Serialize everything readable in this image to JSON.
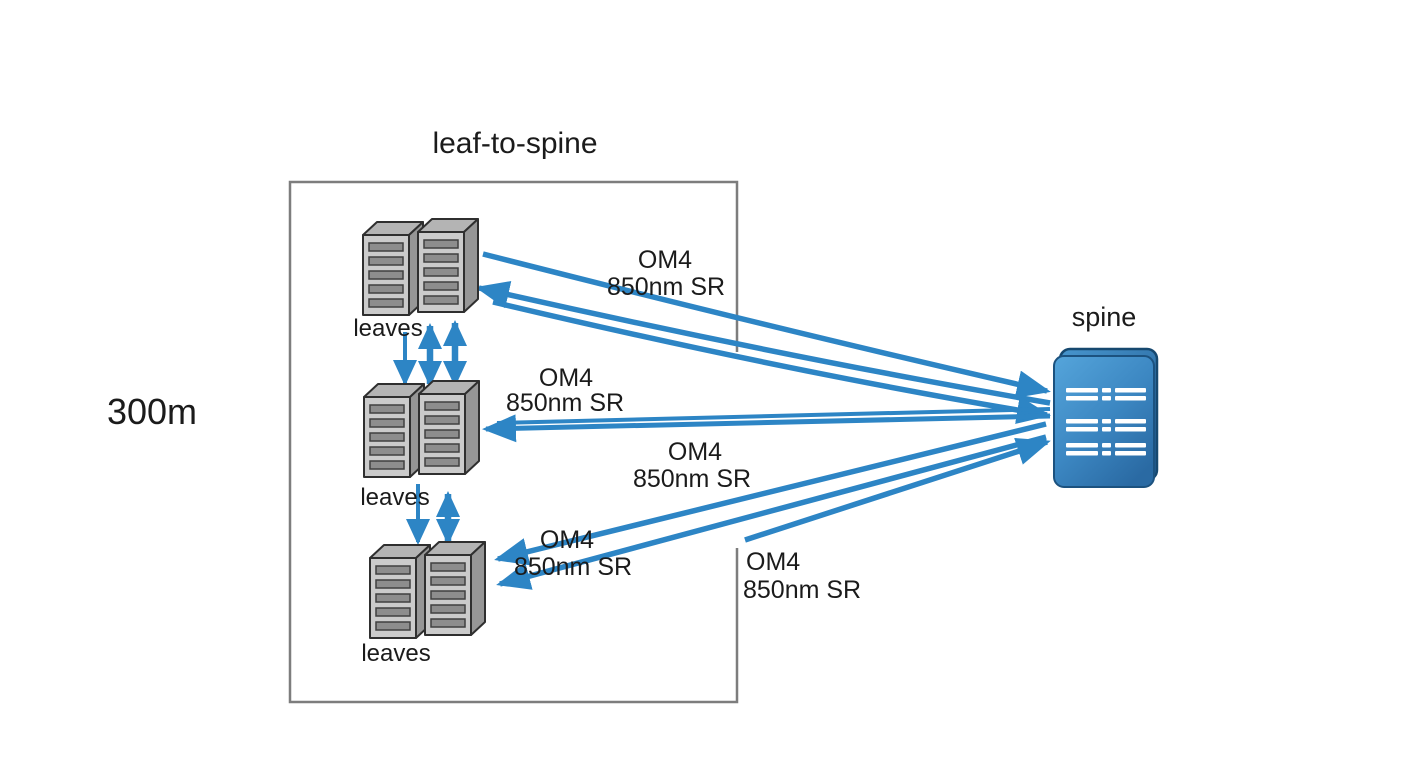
{
  "title": "leaf-to-spine",
  "distance": "300m",
  "spine_label": "spine",
  "leaf_labels": [
    "leaves",
    "leaves",
    "leaves"
  ],
  "fiber_labels": [
    {
      "type": "OM4",
      "detail": "850nm SR"
    },
    {
      "type": "OM4",
      "detail": "850nm SR"
    },
    {
      "type": "OM4",
      "detail": "850nm SR"
    },
    {
      "type": "OM4",
      "detail": "850nm SR"
    },
    {
      "type": "OM4",
      "detail": "850nm SR"
    }
  ],
  "colors": {
    "arrow_blue": "#2d85c5",
    "box_border": "#7d7d7d",
    "server_front": "#cbcbcb",
    "server_top": "#b4b4b4",
    "server_side": "#969696",
    "server_slot": "#8d8d8d",
    "spine_gradient_top": "#55a5db",
    "spine_gradient_bottom": "#2a6aa3",
    "spine_border": "#1c527f",
    "text": "#1b1b1b"
  }
}
